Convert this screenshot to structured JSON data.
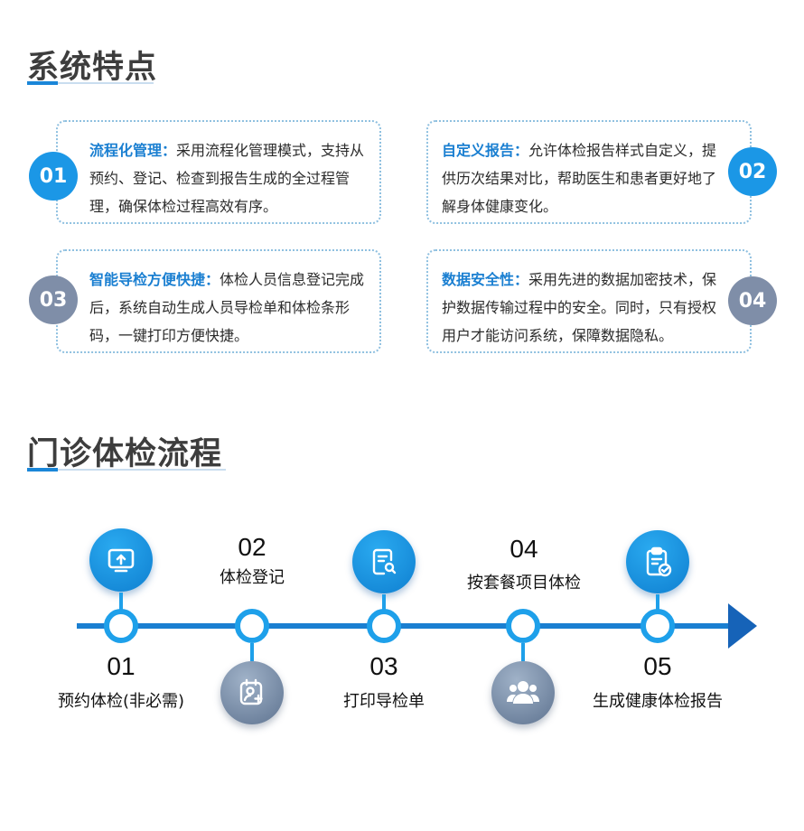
{
  "features": {
    "title": "系统特点",
    "items": [
      {
        "num": "01",
        "keyword": "流程化管理：",
        "desc": "采用流程化管理模式，支持从预约、登记、检查到报告生成的全过程管理，确保体检过程高效有序。"
      },
      {
        "num": "02",
        "keyword": "自定义报告：",
        "desc": "允许体检报告样式自定义，提供历次结果对比，帮助医生和患者更好地了解身体健康变化。"
      },
      {
        "num": "03",
        "keyword": "智能导检方便快捷：",
        "desc": "体检人员信息登记完成后，系统自动生成人员导检单和体检条形码，一键打印方便快捷。"
      },
      {
        "num": "04",
        "keyword": "数据安全性：",
        "desc": "采用先进的数据加密技术，保护数据传输过程中的安全。同时，只有授权用户才能访问系统，保障数据隐私。"
      }
    ]
  },
  "flow": {
    "title": "门诊体检流程",
    "steps": [
      {
        "num": "01",
        "label": "预约体检(非必需)",
        "icon": "upload-screen-icon"
      },
      {
        "num": "02",
        "label": "体检登记",
        "icon": "add-user-card-icon"
      },
      {
        "num": "03",
        "label": "打印导检单",
        "icon": "document-search-icon"
      },
      {
        "num": "04",
        "label": "按套餐项目体检",
        "icon": "group-users-icon"
      },
      {
        "num": "05",
        "label": "生成健康体检报告",
        "icon": "clipboard-check-icon"
      }
    ]
  },
  "colors": {
    "accent": "#1a86d8",
    "keyword": "#1a7fd1",
    "circle_blue": "#1b97e6",
    "circle_gray": "#7f8ea8"
  }
}
